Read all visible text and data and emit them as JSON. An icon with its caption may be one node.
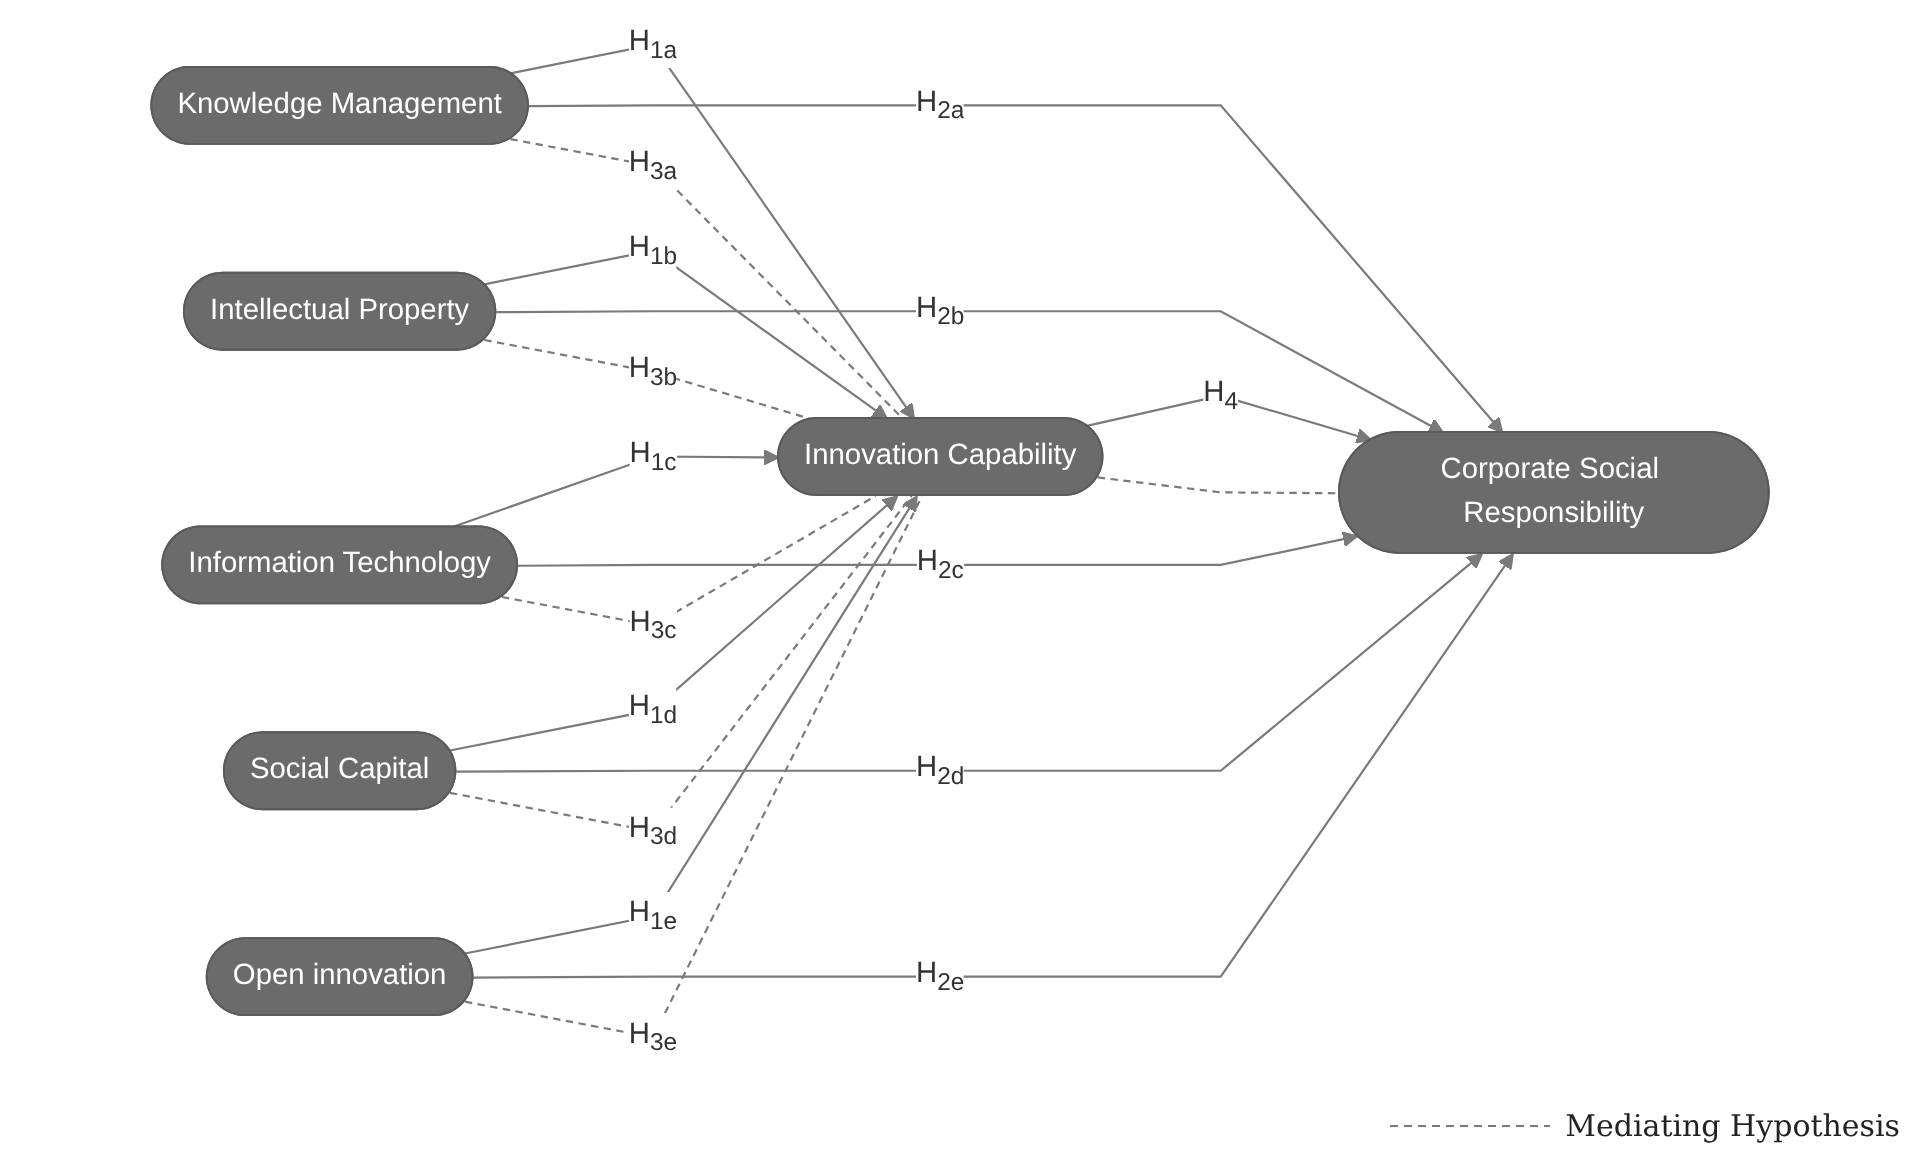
{
  "diagram": {
    "nodes": [
      {
        "text": [
          "Knowledge Management"
        ]
      },
      {
        "text": [
          "Intellectual Property"
        ]
      },
      {
        "text": [
          "Information Technology"
        ]
      },
      {
        "text": [
          "Social Capital"
        ]
      },
      {
        "text": [
          "Open innovation"
        ]
      },
      {
        "text": [
          "Innovation Capability"
        ]
      },
      {
        "text": [
          "Corporate Social Responsibility"
        ]
      }
    ],
    "edges": [
      {
        "from": 0,
        "to": 5,
        "arrow": "to",
        "label": "H$_{1a}$"
      },
      {
        "from": 1,
        "to": 5,
        "arrow": "to",
        "label": "H$_{1b}$"
      },
      {
        "from": 2,
        "to": 5,
        "arrow": "to",
        "label": "H$_{1c}$"
      },
      {
        "from": 3,
        "to": 5,
        "arrow": "to",
        "label": "H$_{1d}$"
      },
      {
        "from": 4,
        "to": 5,
        "arrow": "to",
        "label": "H$_{1e}$"
      },
      {
        "from": 0,
        "to": 6,
        "arrow": "to",
        "label": "H$_{2a}$"
      },
      {
        "from": 1,
        "to": 6,
        "arrow": "to",
        "label": "H$_{2b}$"
      },
      {
        "from": 2,
        "to": 6,
        "arrow": "to",
        "label": "H$_{2c}$"
      },
      {
        "from": 3,
        "to": 6,
        "arrow": "to",
        "label": "H$_{2d}$"
      },
      {
        "from": 4,
        "to": 6,
        "arrow": "to",
        "label": "H$_{2e}$"
      },
      {
        "from": 5,
        "to": 6,
        "arrow": "to",
        "label": "H$_{4}$"
      },
      {
        "from": 0,
        "to": 5,
        "arrow": "none",
        "style": "dashed",
        "label": "H$_{3a}$"
      },
      {
        "from": 1,
        "to": 5,
        "arrow": "none",
        "style": "dashed",
        "label": "H$_{3b}$"
      },
      {
        "from": 2,
        "to": 5,
        "arrow": "none",
        "style": "dashed",
        "label": "H$_{3c}$"
      },
      {
        "from": 3,
        "to": 5,
        "arrow": "none",
        "style": "dashed",
        "label": "H$_{3d}$"
      },
      {
        "from": 4,
        "to": 5,
        "arrow": "none",
        "style": "dashed",
        "label": "H$_{3e}$"
      },
      {
        "from": 5,
        "to": 6,
        "arrow": "none",
        "style": "dashed"
      }
    ],
    "legend": [
      {
        "text": "Mediating Hypothesis"
      }
    ]
  }
}
